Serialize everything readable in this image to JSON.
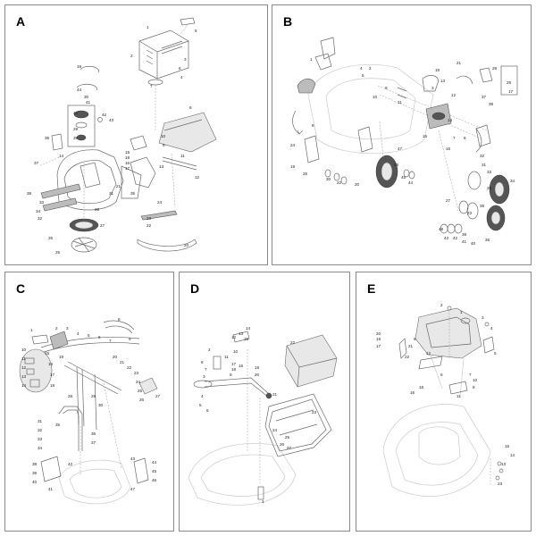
{
  "panels": {
    "a": {
      "label": "A",
      "numbers": [
        "1",
        "2",
        "3",
        "4",
        "5",
        "6",
        "7",
        "8",
        "9",
        "10",
        "11",
        "12",
        "13",
        "14",
        "15",
        "16",
        "17",
        "18",
        "19",
        "20",
        "21",
        "22",
        "23",
        "24",
        "25",
        "26",
        "27",
        "28",
        "29",
        "30",
        "31",
        "32",
        "33",
        "34",
        "35",
        "36",
        "37",
        "38",
        "39",
        "40",
        "41",
        "42",
        "43",
        "44"
      ]
    },
    "b": {
      "label": "B",
      "numbers": [
        "1",
        "2",
        "3",
        "4",
        "5",
        "6",
        "7",
        "8",
        "9",
        "10",
        "11",
        "12",
        "13",
        "14",
        "15",
        "16",
        "17",
        "18",
        "19",
        "20",
        "21",
        "22",
        "23",
        "24",
        "25",
        "26",
        "27",
        "28",
        "29",
        "30",
        "31",
        "32",
        "33",
        "34",
        "35",
        "36",
        "37",
        "38",
        "39",
        "40",
        "41",
        "42",
        "43",
        "44",
        "45",
        "46",
        "47",
        "48"
      ]
    },
    "c": {
      "label": "C",
      "numbers": [
        "1",
        "2",
        "3",
        "4",
        "5",
        "6",
        "7",
        "8",
        "9",
        "10",
        "11",
        "12",
        "13",
        "14",
        "15",
        "16",
        "17",
        "18",
        "19",
        "20",
        "21",
        "22",
        "23",
        "24",
        "25",
        "26",
        "27",
        "28",
        "29",
        "30",
        "31",
        "32",
        "33",
        "34",
        "35",
        "36",
        "37",
        "38",
        "39",
        "40",
        "41",
        "42",
        "43",
        "44",
        "45",
        "46",
        "47"
      ]
    },
    "d": {
      "label": "D",
      "numbers": [
        "1",
        "2",
        "3",
        "4",
        "5",
        "6",
        "7",
        "8",
        "9",
        "10",
        "11",
        "12",
        "13",
        "14",
        "15",
        "16",
        "17",
        "18",
        "19",
        "20",
        "21",
        "22",
        "23",
        "24",
        "25",
        "26",
        "27"
      ]
    },
    "e": {
      "label": "E",
      "numbers": [
        "1",
        "2",
        "3",
        "4",
        "5",
        "6",
        "7",
        "8",
        "9",
        "10",
        "11",
        "12",
        "13",
        "14",
        "15",
        "16",
        "17",
        "18",
        "19",
        "20",
        "21",
        "22",
        "23"
      ]
    }
  }
}
